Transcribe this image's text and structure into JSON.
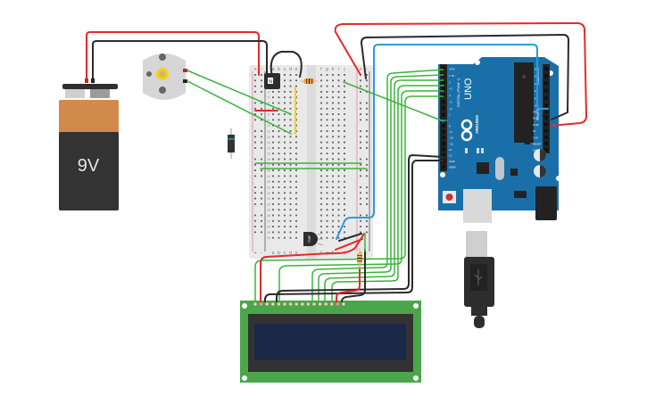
{
  "battery": {
    "label": "9V",
    "terminal_positive": "+",
    "terminal_negative": "-"
  },
  "motor": {
    "name": "DC Motor"
  },
  "diode": {
    "name": "Diode"
  },
  "transistor_top": {
    "label": "N"
  },
  "sensor": {
    "label": "TMP"
  },
  "breadboard": {
    "columns_left": [
      "a",
      "b",
      "c",
      "d",
      "e"
    ],
    "columns_right": [
      "f",
      "g",
      "h",
      "i",
      "j"
    ],
    "rows": 30,
    "rail_plus": "+",
    "rail_minus": "-"
  },
  "arduino": {
    "model": "UNO",
    "brand": "ARDUINO",
    "digital_label": "DIGITAL (PWM ~)",
    "analog_label": "ANALOG IN",
    "power_label": "POWER",
    "digital_pins": [
      "0 RX",
      "1 TX",
      "2",
      "~3",
      "4",
      "~5",
      "~6",
      "7",
      "8",
      "~9",
      "~10",
      "~11",
      "12",
      "13",
      "GND",
      "AREF"
    ],
    "analog_pins": [
      "A5",
      "A4",
      "A3",
      "A2",
      "A1",
      "A0"
    ],
    "power_pins": [
      "VIN",
      "GND",
      "GND",
      "5V",
      "3.3V",
      "RESET",
      "IOREF"
    ],
    "leds": [
      "L",
      "TX",
      "RX"
    ]
  },
  "lcd": {
    "name": "LCD 16x2",
    "pins": 16
  },
  "colors": {
    "wire_red": "#e52a2a",
    "wire_black": "#2b2b2b",
    "wire_green": "#3bb33b",
    "wire_blue": "#2a9be0",
    "wire_yellow": "#f2d21b",
    "arduino_blue": "#1b6fa8",
    "lcd_green": "#4ba64b",
    "lcd_screen": "#1c2847"
  }
}
